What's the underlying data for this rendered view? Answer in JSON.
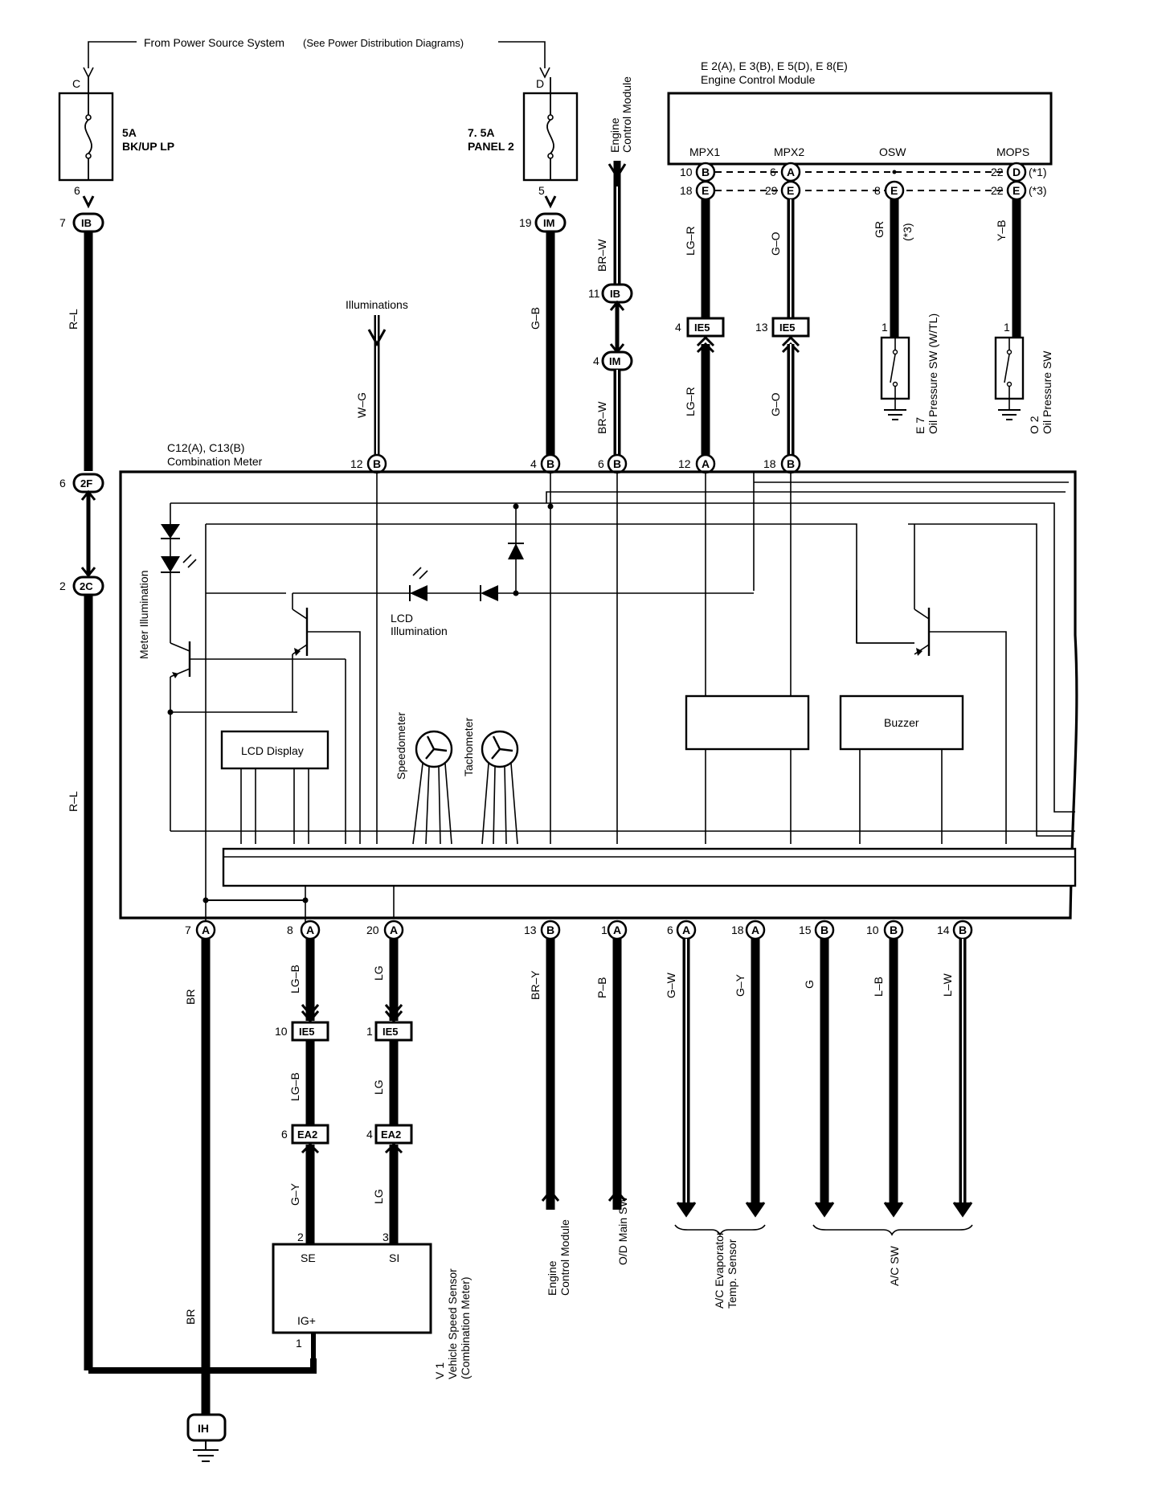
{
  "header": {
    "power_source": "From Power Source System",
    "power_source_note": "(See Power Distribution Diagrams)"
  },
  "fuses": [
    {
      "id": "fuse-bkup",
      "terminal_in": "C",
      "terminal_out": "6",
      "rating": "5A",
      "name": "BK/UP LP"
    },
    {
      "id": "fuse-panel2",
      "terminal_in": "D",
      "terminal_out": "5",
      "rating": "7. 5A",
      "name": "PANEL 2"
    }
  ],
  "ecm": {
    "connectors": "E 2(A), E 3(B), E 5(D), E 8(E)",
    "name": "Engine Control Module",
    "pins": [
      {
        "label": "MPX1",
        "row1_no": "10",
        "row1_conn": "B",
        "row2_no": "18",
        "row2_conn": "E",
        "wire": "LG–R"
      },
      {
        "label": "MPX2",
        "row1_no": "6",
        "row1_conn": "A",
        "row2_no": "29",
        "row2_conn": "E",
        "wire": "G–O"
      },
      {
        "label": "OSW",
        "row1_no": "",
        "row1_conn": "",
        "row2_no": "8",
        "row2_conn": "E",
        "wire": "GR",
        "note": "(*3)"
      },
      {
        "label": "MOPS",
        "row1_no": "22",
        "row1_conn": "D",
        "row2_no": "22",
        "row2_conn": "E",
        "wire": "Y–B"
      }
    ],
    "row_notes": [
      "(*1)",
      "(*3)"
    ]
  },
  "ecm_feed": {
    "label_line1": "Engine",
    "label_line2": "Control Module"
  },
  "connectors": {
    "ib_top": {
      "pin": "7",
      "code": "IB"
    },
    "im_top": {
      "pin": "19",
      "code": "IM"
    },
    "ib_mid": {
      "pin": "11",
      "code": "IB"
    },
    "im_mid": {
      "pin": "4",
      "code": "IM"
    },
    "ie5_a": {
      "pin": "4",
      "code": "IE5"
    },
    "ie5_b": {
      "pin": "13",
      "code": "IE5"
    },
    "c2f": {
      "pin": "6",
      "code": "2F"
    },
    "c2c": {
      "pin": "2",
      "code": "2C"
    },
    "ie5_c": {
      "pin": "10",
      "code": "IE5"
    },
    "ie5_d": {
      "pin": "1",
      "code": "IE5"
    },
    "ea2_a": {
      "pin": "6",
      "code": "EA2"
    },
    "ea2_b": {
      "pin": "4",
      "code": "EA2"
    },
    "ground": "IH"
  },
  "wires": {
    "rl_upper": "R–L",
    "rl_lower": "R–L",
    "gb": "G–B",
    "brw_upper": "BR–W",
    "brw_lower": "BR–W",
    "lgr_lower": "LG–R",
    "go_lower": "G–O",
    "wg": "W–G",
    "br_upper": "BR",
    "br_lower": "BR",
    "lgb_1": "LG–B",
    "lgb_2": "LG–B",
    "lg_1": "LG",
    "lg_2": "LG",
    "lg_3": "LG",
    "gy_sensor": "G–Y",
    "bry": "BR–Y",
    "pb": "P–B",
    "gw": "G–W",
    "gy": "G–Y",
    "g": "G",
    "lb": "L–B",
    "lw": "L–W"
  },
  "illuminations": "Illuminations",
  "meter": {
    "connectors": "C12(A), C13(B)",
    "name": "Combination Meter",
    "top_pins": [
      {
        "no": "12",
        "conn": "B"
      },
      {
        "no": "4",
        "conn": "B"
      },
      {
        "no": "6",
        "conn": "B"
      },
      {
        "no": "12",
        "conn": "A"
      },
      {
        "no": "18",
        "conn": "B"
      }
    ],
    "bottom_pins": [
      {
        "no": "7",
        "conn": "A"
      },
      {
        "no": "8",
        "conn": "A"
      },
      {
        "no": "20",
        "conn": "A"
      },
      {
        "no": "13",
        "conn": "B"
      },
      {
        "no": "1",
        "conn": "A"
      },
      {
        "no": "6",
        "conn": "A"
      },
      {
        "no": "18",
        "conn": "A"
      },
      {
        "no": "15",
        "conn": "B"
      },
      {
        "no": "10",
        "conn": "B"
      },
      {
        "no": "14",
        "conn": "B"
      }
    ],
    "meter_illumination": "Meter Illumination",
    "lcd_illumination_1": "LCD",
    "lcd_illumination_2": "Illumination",
    "lcd_display": "LCD Display",
    "speedometer": "Speedometer",
    "tachometer": "Tachometer",
    "buzzer": "Buzzer"
  },
  "switches": [
    {
      "pin": "1",
      "code": "E 7",
      "name": "Oil Pressure SW (W/TL)"
    },
    {
      "pin": "1",
      "code": "O 2",
      "name": "Oil Pressure SW"
    }
  ],
  "sensor": {
    "pin_se": "2",
    "pin_si": "3",
    "pin_ig": "1",
    "label_se": "SE",
    "label_si": "SI",
    "label_ig": "IG+",
    "code": "V 1",
    "name": "Vehicle Speed Sensor",
    "sub": "(Combination Meter)"
  },
  "destinations": {
    "ecm_1": "Engine",
    "ecm_2": "Control Module",
    "od": "O/D Main SW",
    "ac_evap_1": "A/C Evaporator",
    "ac_evap_2": "Temp. Sensor",
    "ac_sw": "A/C SW"
  }
}
